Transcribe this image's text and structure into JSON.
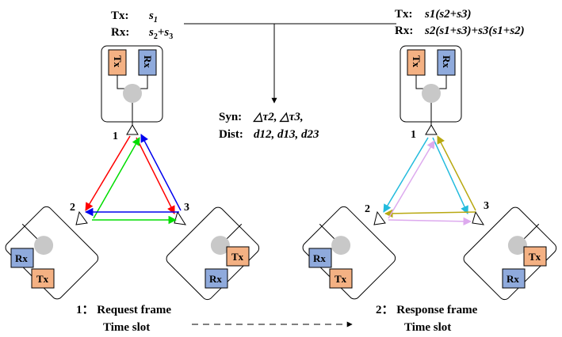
{
  "left_panel": {
    "tx_label": "Tx:",
    "tx_value": "s",
    "tx_sub": "1",
    "rx_label": "Rx:",
    "rx_value_a": "s",
    "rx_sub_a": "2",
    "rx_plus": "+",
    "rx_value_b": "s",
    "rx_sub_b": "3",
    "caption_line1": "1： Request frame",
    "caption_line2": "Time slot"
  },
  "right_panel": {
    "tx_label": "Tx:",
    "tx_text": "s1(s2+s3)",
    "rx_label": "Rx:",
    "rx_text": "s2(s1+s3)+s3(s1+s2)",
    "caption_line1": "2： Response frame",
    "caption_line2": "Time slot"
  },
  "center": {
    "syn_label": "Syn:",
    "syn_values": "△τ2,  △τ3,",
    "dist_label": "Dist:",
    "dist_values": "d12,  d13,  d23"
  },
  "nodes": {
    "n1": "1",
    "n2": "2",
    "n3": "3"
  },
  "boxes": {
    "tx": "Tx",
    "rx": "Rx"
  },
  "colors": {
    "tx_box": "#f4b183",
    "rx_box": "#8faadc",
    "link_red": "#ff0000",
    "link_green": "#00dd00",
    "link_blue": "#0000ee",
    "link_cyan": "#22bbdd",
    "link_olive": "#b8a810",
    "link_pink": "#ddaaee",
    "circulator": "#c8c8c8"
  }
}
